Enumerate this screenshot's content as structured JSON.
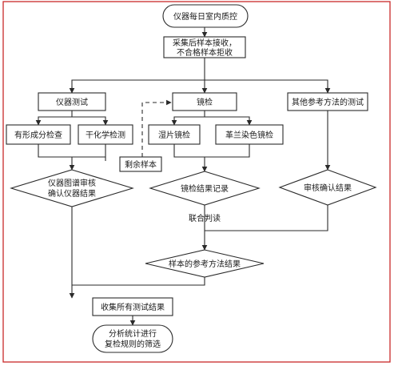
{
  "diagram": {
    "start": "仪器每日室内质控",
    "sample_receipt": [
      "采集后样本接收，",
      "不合格样本拒收"
    ],
    "instrument_test": "仪器测试",
    "microscopy": "镜检",
    "other_methods": "其他参考方法的测试",
    "formed_elements": "有形成分检查",
    "dry_chemistry": "干化学检测",
    "wet_mount": "湿片镜检",
    "gram_stain": "革兰染色镜检",
    "remaining_sample": "剩余样本",
    "instrument_review": [
      "仪器图谱审核",
      "确认仪器结果"
    ],
    "microscopy_record": "镜检结果记录",
    "review_confirm": "审核确认结果",
    "joint_interpretation": "联合判读",
    "reference_result": "样本的参考方法结果",
    "collect_results": "收集所有测试结果",
    "analysis": [
      "分析统计进行",
      "复检规则的筛选"
    ]
  },
  "colors": {
    "frame": "#c92a2a",
    "stroke": "#2a2a2a"
  }
}
